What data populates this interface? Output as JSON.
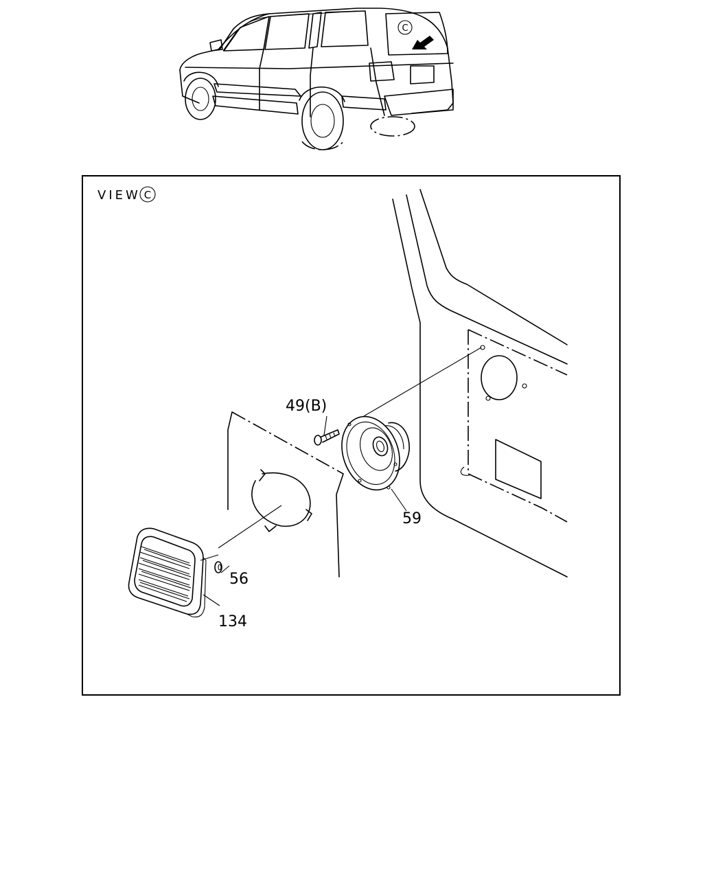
{
  "view_label": "VIEW",
  "view_marker": "C",
  "callouts": {
    "screw": "49(B)",
    "speaker": "59",
    "clip": "56",
    "grille": "134"
  }
}
